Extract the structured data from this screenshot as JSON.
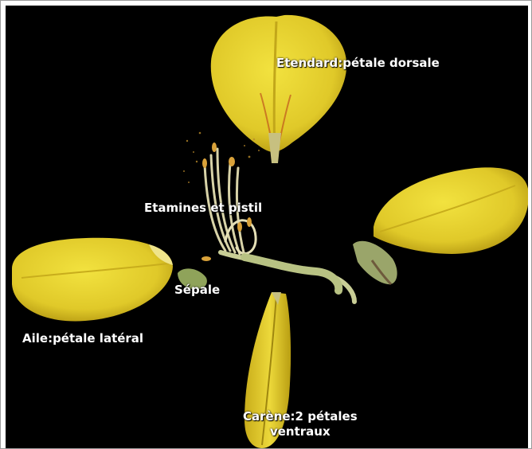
{
  "labels": {
    "etendard": "Etendard:pétale dorsale",
    "etamines": "Etamines et pistil",
    "sepale": "Sépale",
    "aile": "Aile:pétale latéral",
    "carene_line1": "Carène:2 pétales",
    "carene_line2": "ventraux"
  },
  "colors": {
    "background": "#000000",
    "petal": "#e3cf2e",
    "petal_shade": "#b99e12",
    "sepal": "#9aa56a",
    "stamen": "#d8d3a8",
    "label": "#ffffff"
  }
}
